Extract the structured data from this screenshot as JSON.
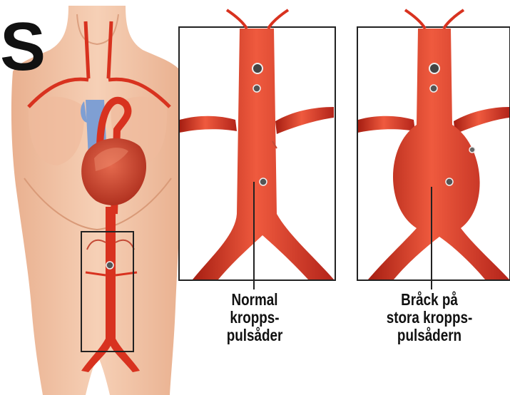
{
  "figure": {
    "corner_letter": "S",
    "normal_label": [
      "Normal",
      "kropps-",
      "pulsåder"
    ],
    "aneurysm_label": [
      "Bråck på",
      "stora kropps-",
      "pulsådern"
    ]
  },
  "colors": {
    "skin": "#f2c2a4",
    "skin_shadow": "#e3a483",
    "artery": "#d8321f",
    "artery_dark": "#a61e12",
    "artery_light": "#ef6a4f",
    "vein": "#7f9fd3",
    "heart": "#c83a2a",
    "frame": "#333333"
  }
}
